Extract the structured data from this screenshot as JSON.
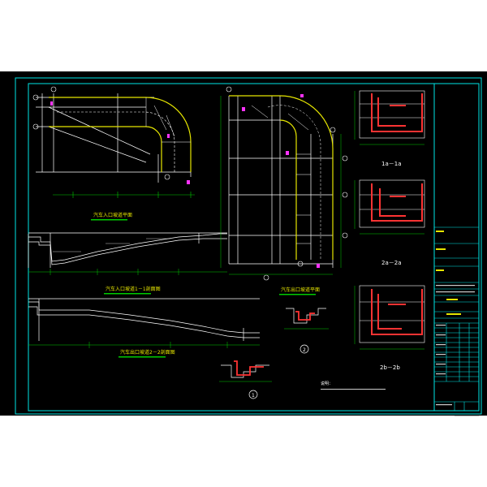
{
  "drawing": {
    "background": "#000000",
    "frame_color": "#00e6e6",
    "line_color": "#ffffff",
    "ramp_color": "#e6e600",
    "dim_color": "#00cc00",
    "rebar_color": "#ff3333",
    "magenta": "#ff33ff",
    "plan_left_title": "汽车入口坡道平面",
    "plan_right_title": "汽车出口坡道平面",
    "section_11_title": "汽车入口坡道1－1剖面图",
    "section_22_title": "汽车出口坡道2－2剖面图",
    "section_1a_title": "1a－1a",
    "section_2a_title": "2a－2a",
    "section_2b_title": "2b－2b",
    "detail_1": "1",
    "detail_2": "2",
    "note_label": "说明："
  }
}
